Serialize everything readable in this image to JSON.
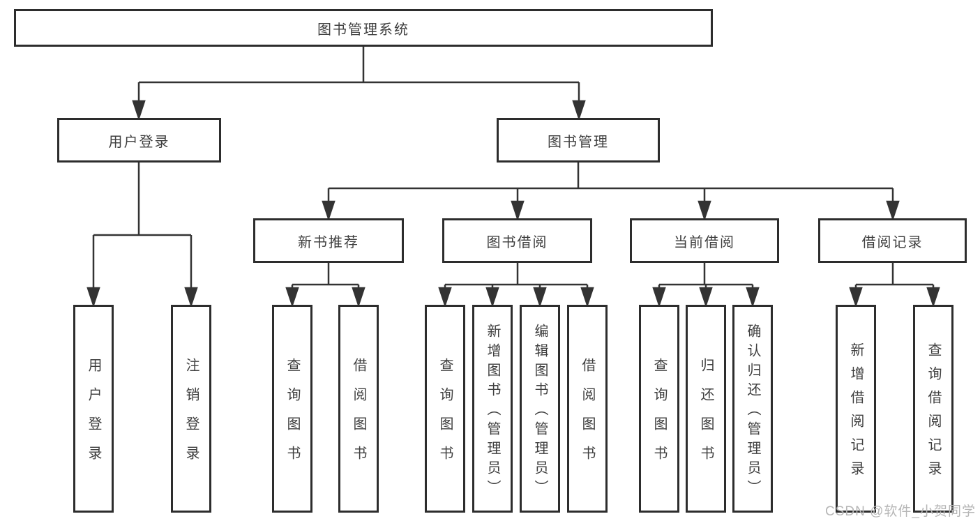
{
  "colors": {
    "background": "#ffffff",
    "box_border": "#2d2d2d",
    "line": "#333333",
    "text": "#3f3f3f",
    "watermark": "#b6b6b6"
  },
  "tree": {
    "label": "图书管理系统",
    "children": [
      {
        "label": "用户登录",
        "children": [
          {
            "label": "用户登录"
          },
          {
            "label": "注销登录"
          }
        ]
      },
      {
        "label": "图书管理",
        "children": [
          {
            "label": "新书推荐",
            "children": [
              {
                "label": "查询图书"
              },
              {
                "label": "借阅图书"
              }
            ]
          },
          {
            "label": "图书借阅",
            "children": [
              {
                "label": "查询图书"
              },
              {
                "label": "新增图书（管理员）"
              },
              {
                "label": "编辑图书（管理员）"
              },
              {
                "label": "借阅图书"
              }
            ]
          },
          {
            "label": "当前借阅",
            "children": [
              {
                "label": "查询图书"
              },
              {
                "label": "归还图书"
              },
              {
                "label": "确认归还（管理员）"
              }
            ]
          },
          {
            "label": "借阅记录",
            "children": [
              {
                "label": "新增借阅记录"
              },
              {
                "label": "查询借阅记录"
              }
            ]
          }
        ]
      }
    ]
  },
  "watermark": "CSDN @软件_小贺同学"
}
